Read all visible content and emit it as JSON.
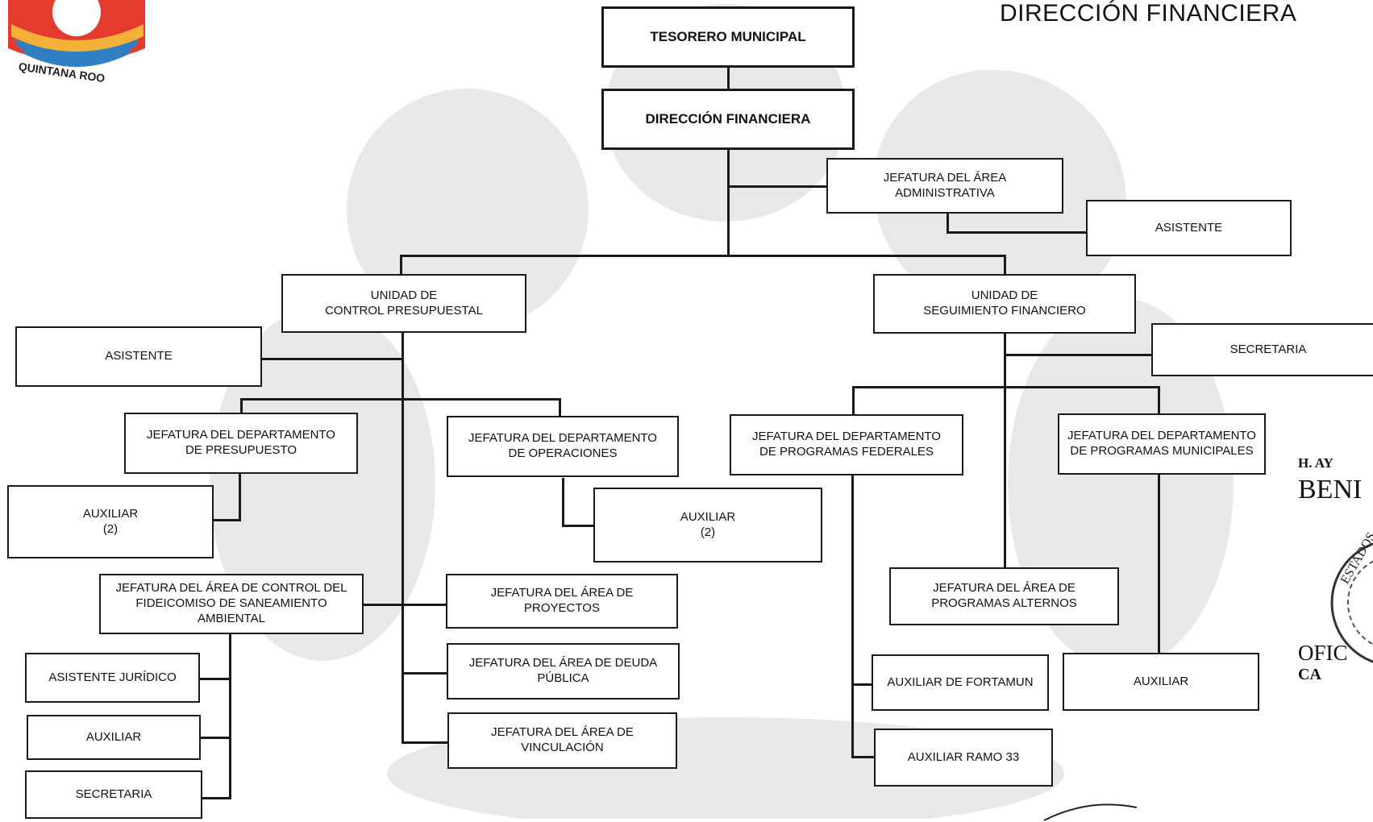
{
  "document": {
    "title": "DIRECCIÓN FINANCIERA",
    "logo_text": "QUINTANA ROO",
    "seal_text": [
      "H. AY",
      "BENI",
      "OFIC",
      "CA",
      "ESTADOS"
    ]
  },
  "org_chart": {
    "nodes": {
      "tesorero": "TESORERO MUNICIPAL",
      "direccion": "DIRECCIÓN FINANCIERA",
      "jef_admin": "JEFATURA DEL ÁREA\nADMINISTRATIVA",
      "asistente_admin": "ASISTENTE",
      "unidad_control": "UNIDAD DE\nCONTROL PRESUPUESTAL",
      "unidad_seguimiento": "UNIDAD DE\nSEGUIMIENTO FINANCIERO",
      "asistente_control": "ASISTENTE",
      "secretaria_seguimiento": "SECRETARIA",
      "jef_presupuesto": "JEFATURA DEL DEPARTAMENTO\nDE PRESUPUESTO",
      "jef_operaciones": "JEFATURA DEL DEPARTAMENTO\nDE OPERACIONES",
      "jef_federales": "JEFATURA DEL DEPARTAMENTO\nDE PROGRAMAS FEDERALES",
      "jef_municipales": "JEFATURA DEL DEPARTAMENTO\nDE PROGRAMAS MUNICIPALES",
      "aux_presupuesto": "AUXILIAR\n(2)",
      "aux_operaciones": "AUXILIAR\n(2)",
      "jef_fideicomiso": "JEFATURA DEL ÁREA DE CONTROL DEL\nFIDEICOMISO DE SANEAMIENTO\nAMBIENTAL",
      "jef_proyectos": "JEFATURA DEL ÁREA DE\nPROYECTOS",
      "jef_deuda": "JEFATURA DEL ÁREA DE DEUDA\nPÚBLICA",
      "jef_vinculacion": "JEFATURA DEL ÁREA DE\nVINCULACIÓN",
      "asistente_juridico": "ASISTENTE JURÍDICO",
      "aux_fideicomiso": "AUXILIAR",
      "secretaria_fideicomiso": "SECRETARIA",
      "jef_alternos": "JEFATURA DEL ÁREA DE\nPROGRAMAS ALTERNOS",
      "aux_fortamun": "AUXILIAR DE FORTAMUN",
      "aux_ramo33": "AUXILIAR RAMO 33",
      "aux_municipales": "AUXILIAR"
    }
  }
}
